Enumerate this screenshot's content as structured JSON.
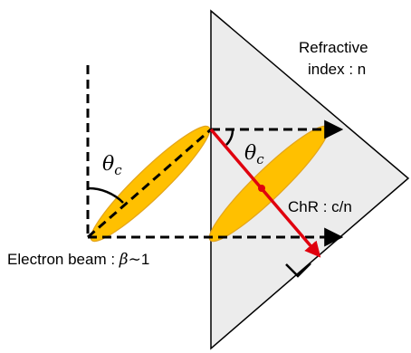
{
  "labels": {
    "medium_line1": "Refractive",
    "medium_line2": "index : n",
    "angle_theta_sym": "θ",
    "angle_theta_sub": "c",
    "chr_label": "ChR : c/n",
    "beam_label": "Electron beam : ",
    "beam_beta": "β",
    "beam_tail": "∼1"
  },
  "colors": {
    "prism_fill": "#ececec",
    "bunch_fill": "#ffc000",
    "bunch_stroke": "#e3a41c",
    "arrow_red": "#e0000e",
    "line_black": "#000000"
  }
}
